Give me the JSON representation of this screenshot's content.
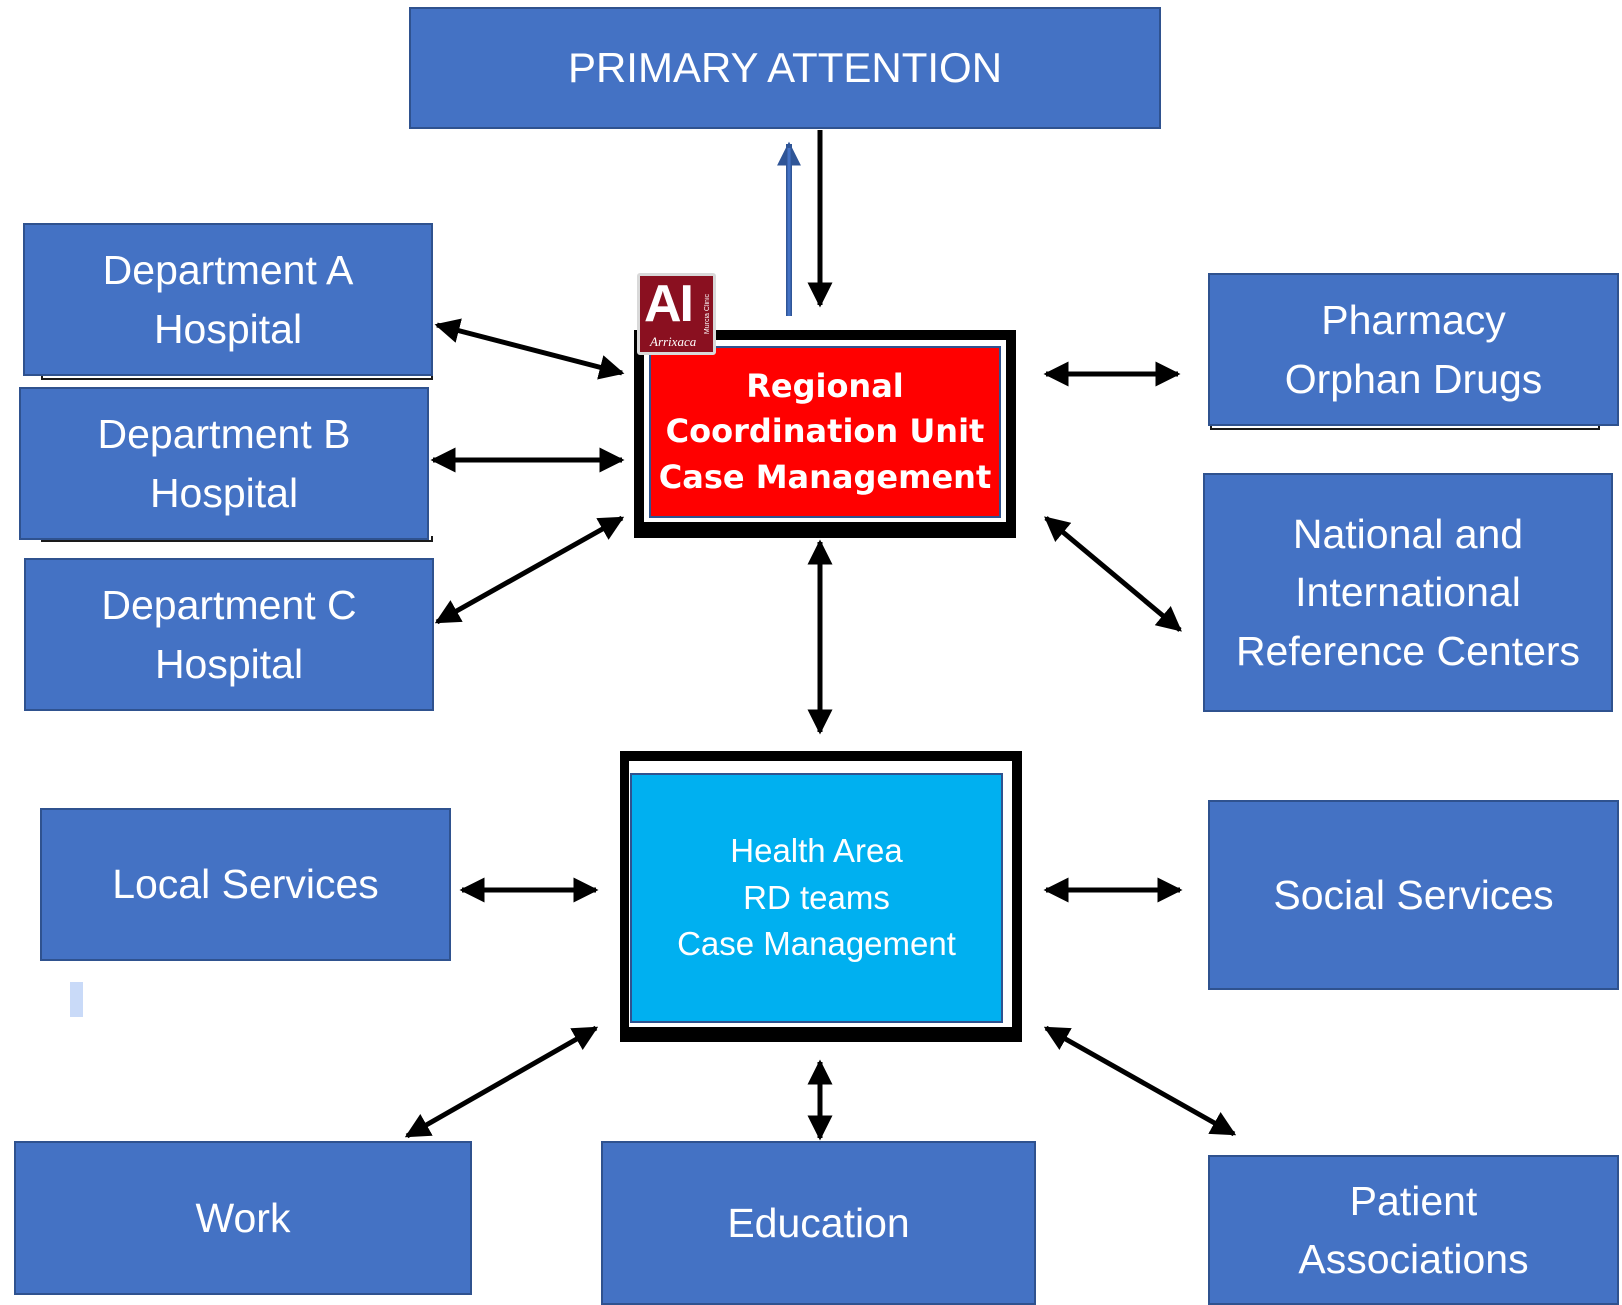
{
  "top": {
    "primary_attention": "PRIMARY ATTENTION"
  },
  "hospitals": {
    "dept_a": {
      "line1": "Department A",
      "line2": "Hospital"
    },
    "dept_b": {
      "line1": "Department B",
      "line2": "Hospital"
    },
    "dept_c": {
      "line1": "Department C",
      "line2": "Hospital"
    }
  },
  "pharmacy": {
    "line1": "Pharmacy",
    "line2": "Orphan Drugs"
  },
  "reference_centers": {
    "line1": "National and",
    "line2": "International",
    "line3": "Reference Centers"
  },
  "regional_unit": {
    "line1": "Regional",
    "line2": "Coordination Unit",
    "line3": "Case Management"
  },
  "health_area": {
    "line1": "Health Area",
    "line2": "RD teams",
    "line3": "Case Management"
  },
  "local_services": "Local Services",
  "social_services": "Social Services",
  "work": "Work",
  "education": "Education",
  "patient_associations": {
    "line1": "Patient",
    "line2": "Associations"
  },
  "logo": {
    "mark": "AI",
    "script": "Arrixaca",
    "side": "Murcia Clinic"
  },
  "colors": {
    "box_fill": "#4472c4",
    "regional_fill": "#ff0000",
    "health_area_fill": "#00b0f0",
    "logo_fill": "#8a1020"
  }
}
